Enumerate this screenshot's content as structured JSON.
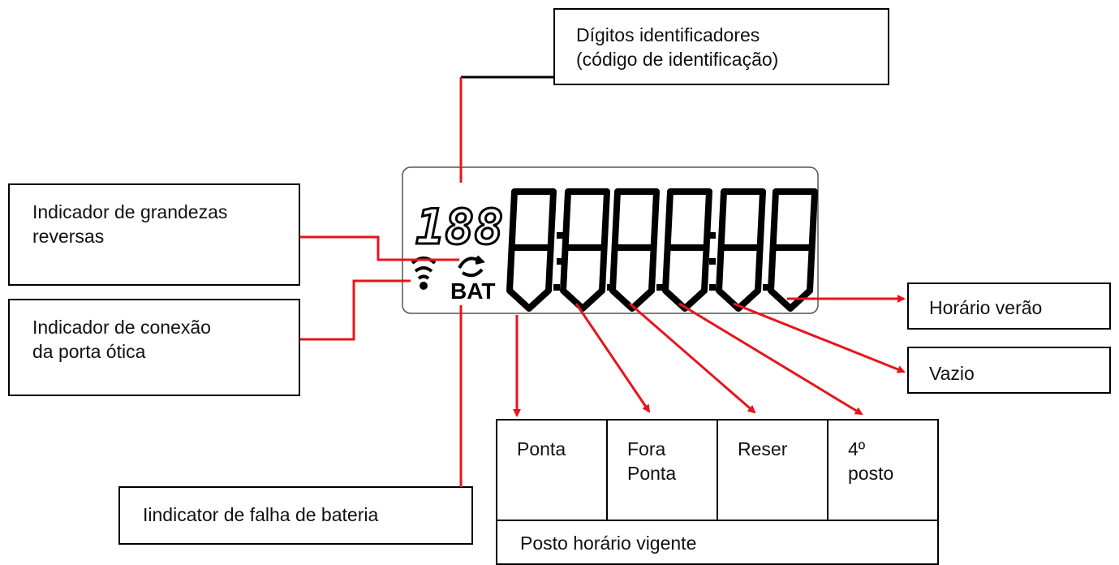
{
  "labels": {
    "digits_id": "Dígitos identificadores\n(código de identificação)",
    "reverse": "Indicador de grandezas\nreversas",
    "optical": "Indicador de conexão\nda porta ótica",
    "battery": "Iindicator de falha de bateria",
    "dst": "Horário verão",
    "empty": "Vazio"
  },
  "lcd": {
    "small_digits": "188",
    "battery_text": "BAT"
  },
  "tariff_table": {
    "cells": [
      "Ponta",
      "Fora\nPonta",
      "Reser",
      "4º\nposto"
    ],
    "footer": "Posto horário vigente"
  },
  "colors": {
    "arrow": "#e8141b",
    "line": "#000000"
  }
}
